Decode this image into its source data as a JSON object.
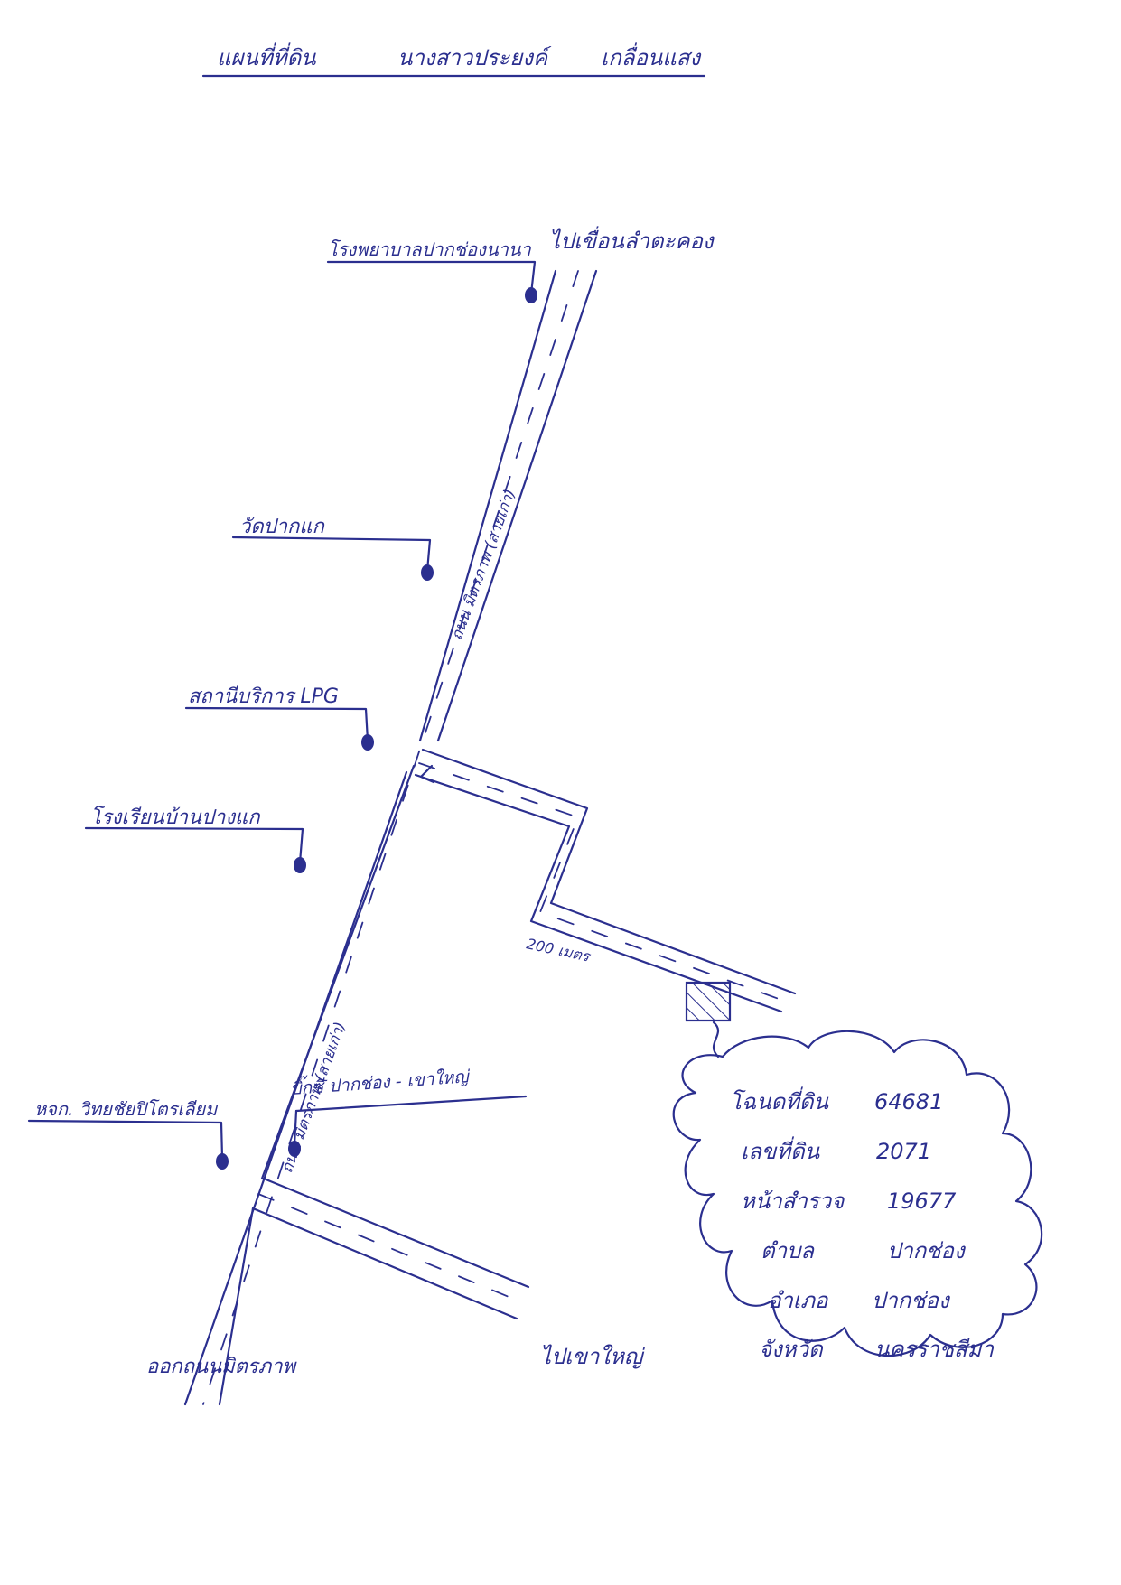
{
  "title": {
    "part1": "แผนที่ที่ดิน",
    "part2": "นางสาวประยงค์",
    "part3": "เกลื่อนแสง"
  },
  "road_labels": {
    "upper": "ถนน มิตรภาพ (สายเก่า)",
    "lower": "ถนน มิตรภาพ (สายเก่า)",
    "to_top": "ไปเขื่อนลำตะคอง",
    "to_bottom_right": "ไปเขาใหญ่",
    "bottom_exit": "ออกถนนมิตรภาพ",
    "distance": "200 เมตร"
  },
  "landmarks": {
    "hospital": "โรงพยาบาลปากช่องนานา",
    "temple": "วัดปากแก",
    "lpg": "สถานีบริการ LPG",
    "school": "โรงเรียนบ้านปางแก",
    "college": "หจก. วิทยชัยปิโตรเลียม",
    "bigc": "บิ๊กซี ปากช่อง - เขาใหญ่"
  },
  "land_info": {
    "deed_label": "โฉนดที่ดิน",
    "deed_value": "64681",
    "land_no_label": "เลขที่ดิน",
    "land_no_value": "2071",
    "survey_label": "หน้าสำรวจ",
    "survey_value": "19677",
    "subdistrict_label": "ตำบล",
    "subdistrict_value": "ปากช่อง",
    "district_label": "อำเภอ",
    "district_value": "ปากช่อง",
    "province_label": "จังหวัด",
    "province_value": "นครราชสีมา"
  },
  "colors": {
    "ink": "#2b2f8f",
    "paper": "#ffffff"
  },
  "icons": {
    "landmark_marker": "filled-dot-icon",
    "plot_marker": "hatched-box-icon",
    "info_bubble": "cloud-callout-icon"
  }
}
